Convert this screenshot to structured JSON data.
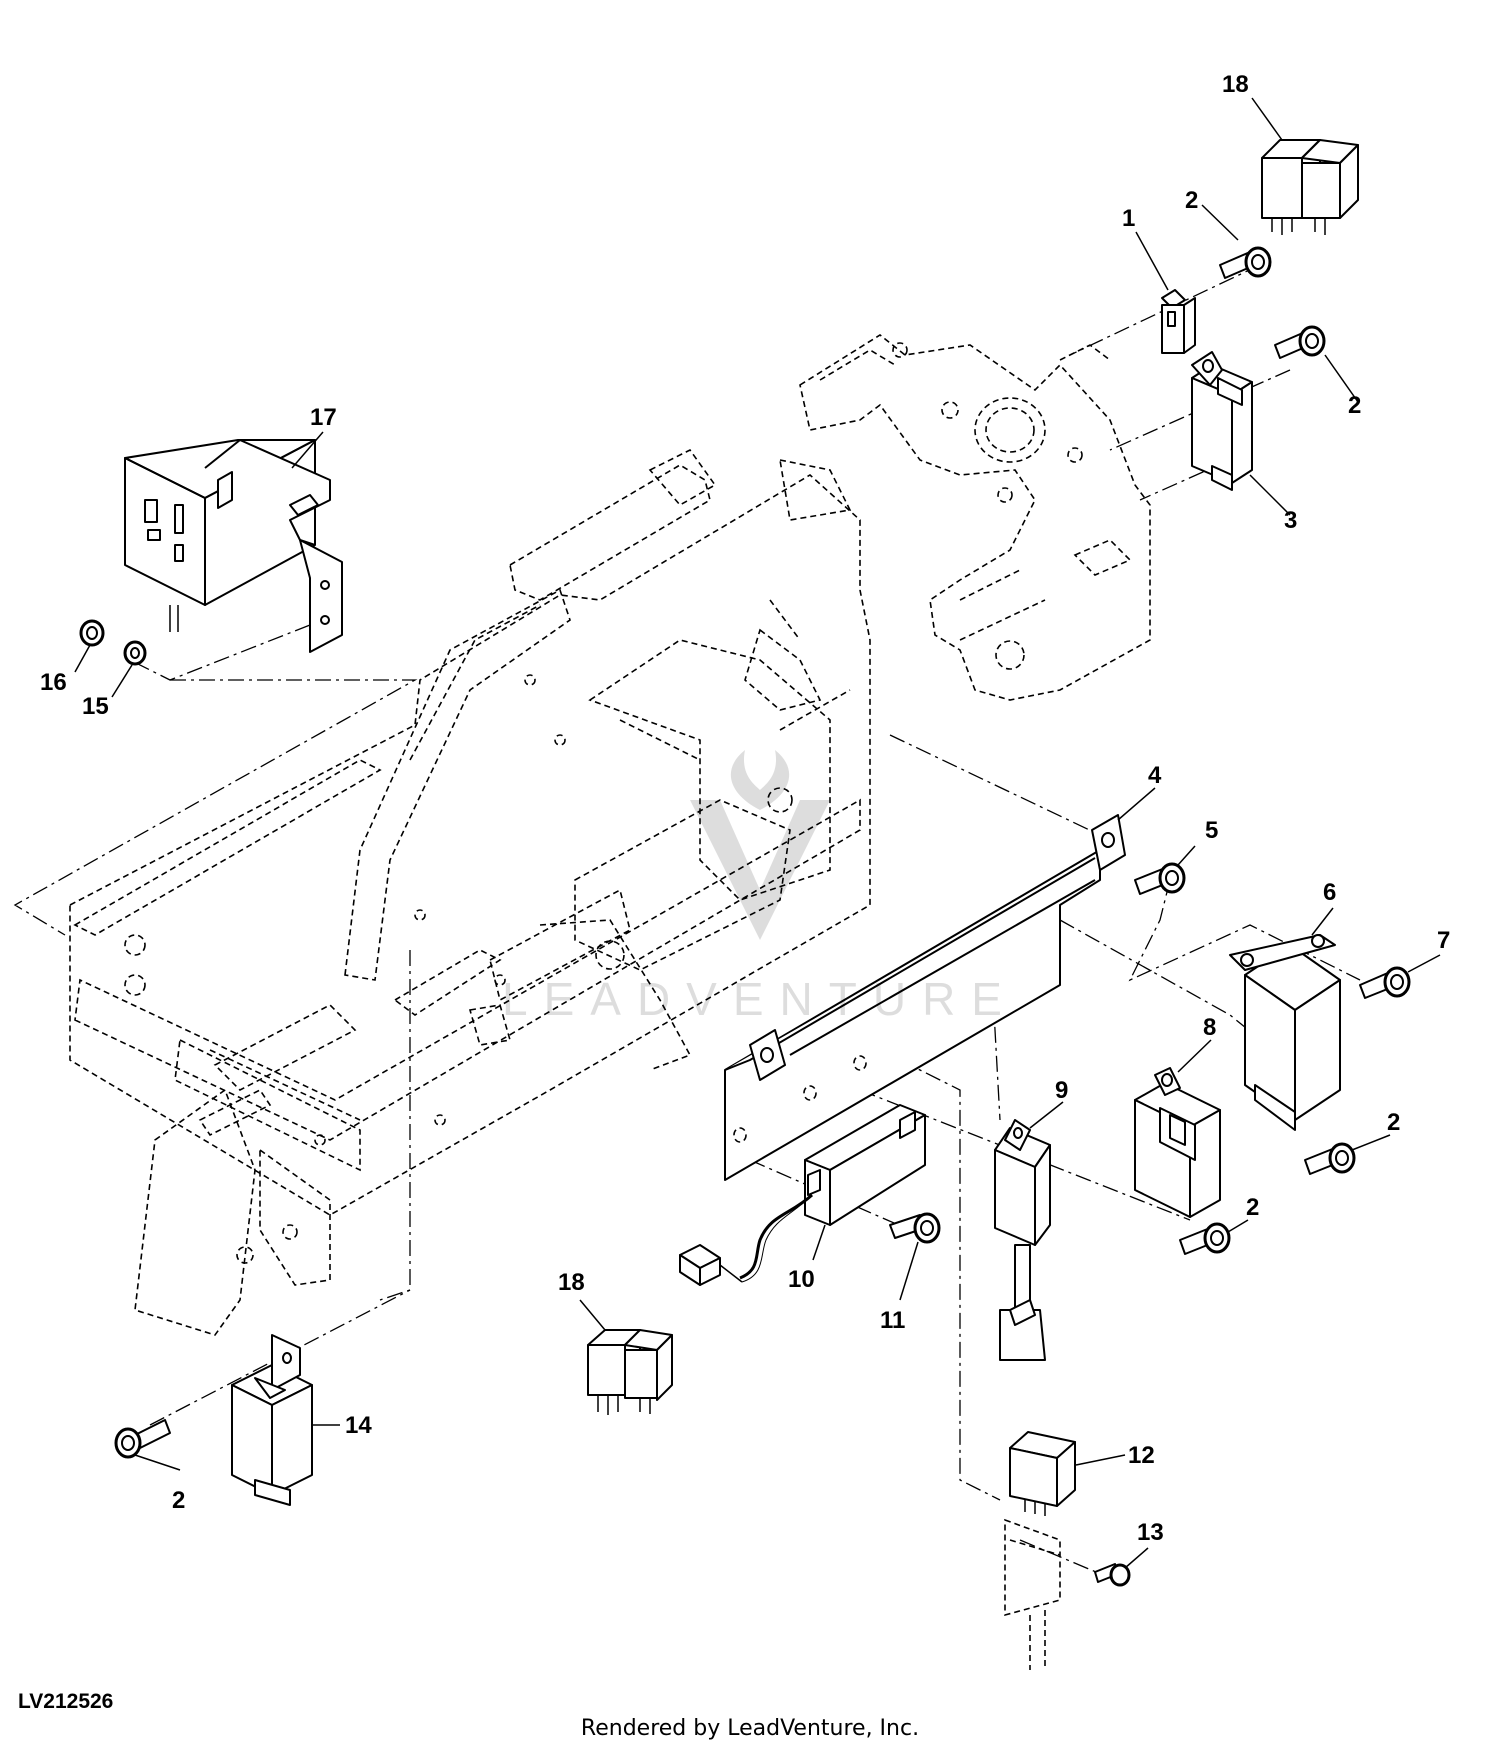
{
  "diagram": {
    "drawing_id": "LV212526",
    "render_credit": "Rendered by LeadVenture, Inc.",
    "watermark": "LEADVENTURE",
    "callouts": [
      {
        "key": "c18a",
        "label": "18"
      },
      {
        "key": "c2a",
        "label": "2"
      },
      {
        "key": "c1",
        "label": "1"
      },
      {
        "key": "c2b",
        "label": "2"
      },
      {
        "key": "c3",
        "label": "3"
      },
      {
        "key": "c17",
        "label": "17"
      },
      {
        "key": "c16",
        "label": "16"
      },
      {
        "key": "c15",
        "label": "15"
      },
      {
        "key": "c4",
        "label": "4"
      },
      {
        "key": "c5",
        "label": "5"
      },
      {
        "key": "c6",
        "label": "6"
      },
      {
        "key": "c7",
        "label": "7"
      },
      {
        "key": "c8",
        "label": "8"
      },
      {
        "key": "c9",
        "label": "9"
      },
      {
        "key": "c2c",
        "label": "2"
      },
      {
        "key": "c2d",
        "label": "2"
      },
      {
        "key": "c18b",
        "label": "18"
      },
      {
        "key": "c10",
        "label": "10"
      },
      {
        "key": "c11",
        "label": "11"
      },
      {
        "key": "c14",
        "label": "14"
      },
      {
        "key": "c2e",
        "label": "2"
      },
      {
        "key": "c12",
        "label": "12"
      },
      {
        "key": "c13",
        "label": "13"
      }
    ]
  }
}
